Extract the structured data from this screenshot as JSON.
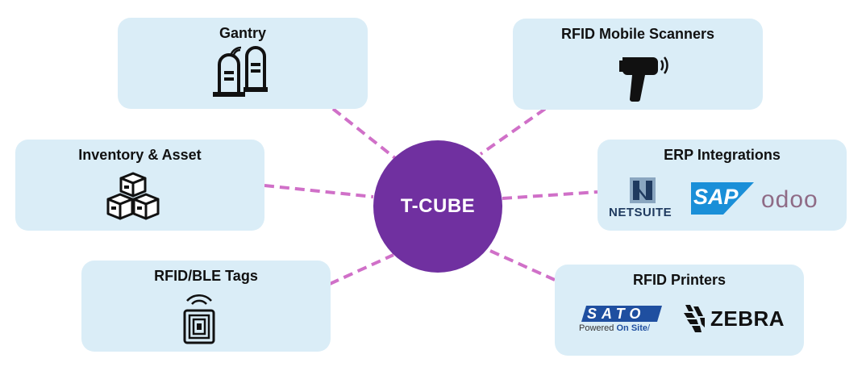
{
  "hub": {
    "label": "T-CUBE",
    "color": "#7030a0"
  },
  "nodes": {
    "gantry": {
      "title": "Gantry",
      "icon": "gantry-gate-icon"
    },
    "scanners": {
      "title": "RFID Mobile Scanners",
      "icon": "rfid-scanner-icon"
    },
    "inventory": {
      "title": "Inventory & Asset",
      "icon": "boxes-icon"
    },
    "erp": {
      "title": "ERP Integrations",
      "icon": "erp-logos"
    },
    "tags": {
      "title": "RFID/BLE Tags",
      "icon": "rfid-tag-icon"
    },
    "printers": {
      "title": "RFID Printers",
      "icon": "printer-brand-logos"
    }
  },
  "logos": {
    "netsuite": "NETSUITE",
    "sap": "SAP",
    "odoo": "odoo",
    "sato": "SATO",
    "sato_tagline_1": "Powered ",
    "sato_tagline_2": "On Site",
    "zebra": "ZEBRA"
  },
  "colors": {
    "node_bg": "#daedf7",
    "connector": "#d070c8",
    "sap_blue": "#1a8fd8",
    "odoo_purple": "#8f6b86",
    "netsuite_navy": "#1f3a5f",
    "sato_blue": "#1f4fa0"
  }
}
